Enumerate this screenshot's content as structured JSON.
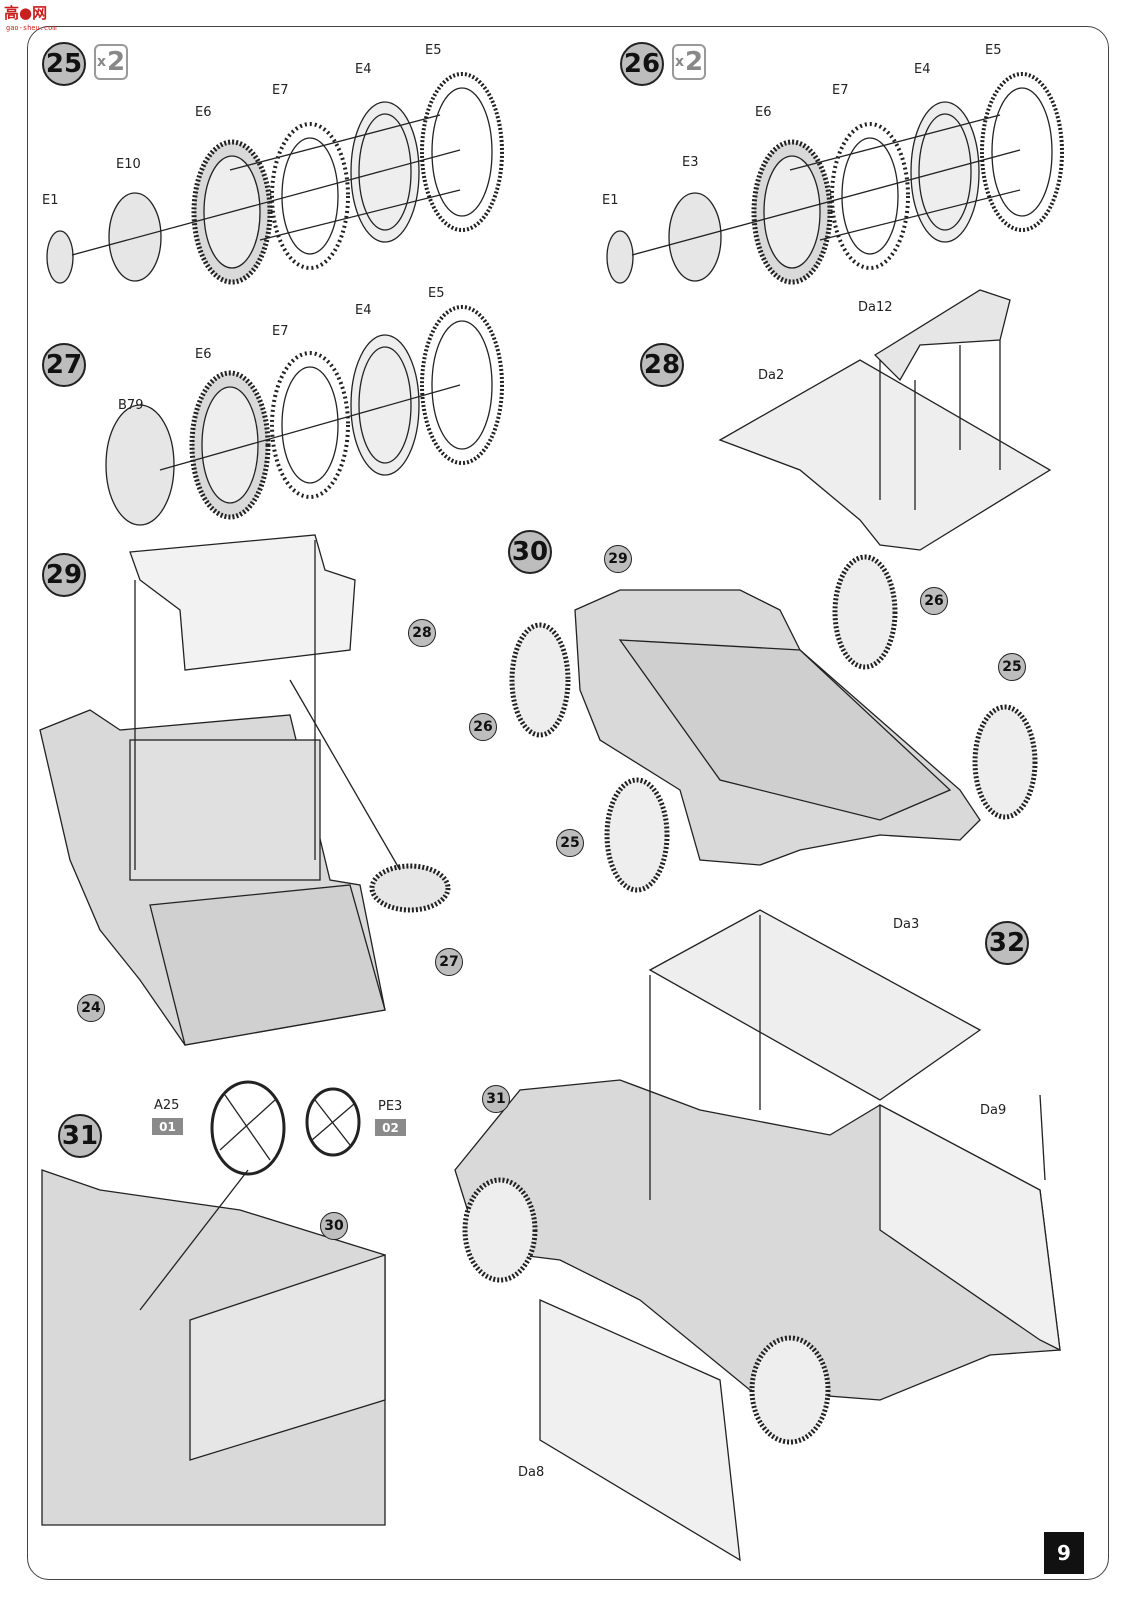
{
  "watermark": {
    "main": "高●网",
    "sub": "gao-sheu.com"
  },
  "steps": [
    {
      "number": "25",
      "qty": "2",
      "labels": {
        "e1": "E1",
        "e10": "E10",
        "e6": "E6",
        "e7": "E7",
        "e4": "E4",
        "e5": "E5"
      }
    },
    {
      "number": "26",
      "qty": "2",
      "labels": {
        "e1": "E1",
        "e3": "E3",
        "e6": "E6",
        "e7": "E7",
        "e4": "E4",
        "e5": "E5"
      }
    },
    {
      "number": "27",
      "labels": {
        "b79": "B79",
        "e6": "E6",
        "e7": "E7",
        "e4": "E4",
        "e5": "E5"
      }
    },
    {
      "number": "28",
      "labels": {
        "da12": "Da12",
        "da2": "Da2"
      }
    },
    {
      "number": "29",
      "refs": {
        "r28": "28",
        "r27": "27",
        "r24": "24"
      }
    },
    {
      "number": "30",
      "refs": {
        "r29": "29",
        "r26a": "26",
        "r26b": "26",
        "r25a": "25",
        "r25b": "25"
      }
    },
    {
      "number": "31",
      "labels": {
        "a25": "A25",
        "pe3": "PE3"
      },
      "chips": {
        "c01": "01",
        "c02": "02"
      },
      "refs": {
        "r30": "30"
      }
    },
    {
      "number": "32",
      "labels": {
        "da3": "Da3",
        "da9": "Da9",
        "da8": "Da8"
      },
      "refs": {
        "r31": "31"
      }
    }
  ],
  "page_number": "9",
  "colors": {
    "part_fill": "#d9d9d9",
    "line": "#222222",
    "badge": "#bdbdbd",
    "chip": "#8a8a8a"
  }
}
